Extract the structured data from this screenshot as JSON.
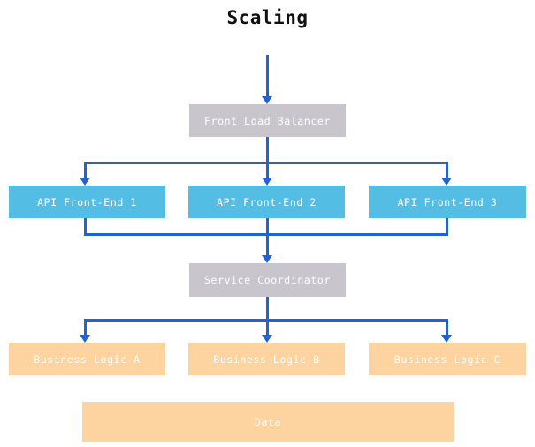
{
  "diagram": {
    "title": "Scaling",
    "colors": {
      "coordinator": "#c9c5cd",
      "api": "#53bde3",
      "business": "#fdd3a0",
      "connector": "#1e63dd",
      "label": "#ffffff",
      "title": "#111111",
      "background": "#ffffff"
    },
    "tiers": {
      "load_balancer": {
        "label": "Front Load Balancer"
      },
      "api": {
        "nodes": [
          {
            "label": "API Front-End 1"
          },
          {
            "label": "API Front-End 2"
          },
          {
            "label": "API Front-End 3"
          }
        ]
      },
      "coordinator": {
        "label": "Service Coordinator"
      },
      "business": {
        "nodes": [
          {
            "label": "Business Logic A"
          },
          {
            "label": "Business Logic B"
          },
          {
            "label": "Business Logic C"
          }
        ]
      },
      "data": {
        "label": "Data"
      }
    }
  }
}
